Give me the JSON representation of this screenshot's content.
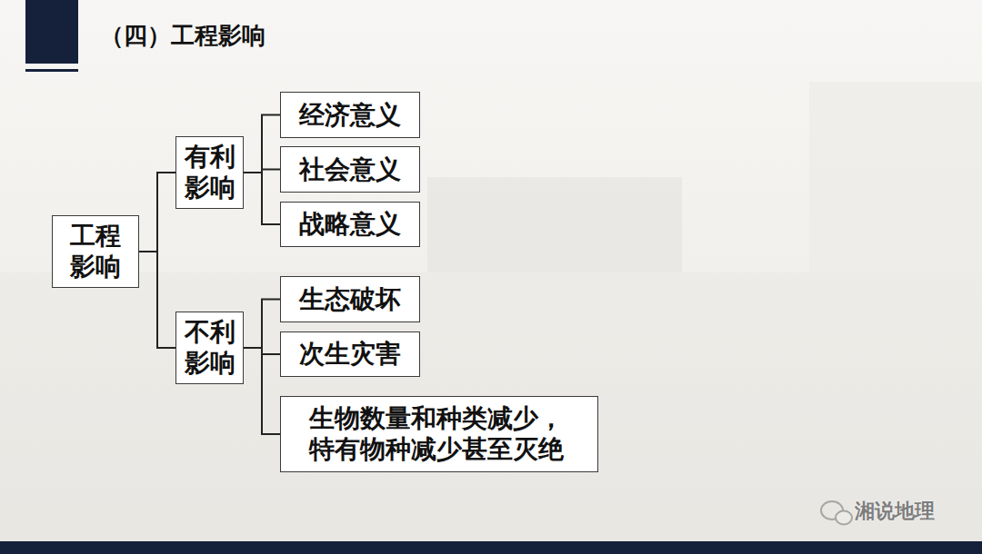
{
  "diagram": {
    "title": "（四）工程影响",
    "nodes": [
      {
        "text": [
          "工程影响"
        ]
      },
      {
        "text": [
          "有利影响"
        ]
      },
      {
        "text": [
          "经济意义"
        ]
      },
      {
        "text": [
          "社会意义"
        ]
      },
      {
        "text": [
          "战略意义"
        ]
      },
      {
        "text": [
          "不利影响"
        ]
      },
      {
        "text": [
          "生态破坏"
        ]
      },
      {
        "text": [
          "次生灾害"
        ]
      },
      {
        "text": [
          "生物数量和种类减少，特有物种减少甚至灭绝"
        ]
      }
    ],
    "edges": [
      {
        "from": 0,
        "to": 1,
        "arrow": "none"
      },
      {
        "from": 0,
        "to": 5,
        "arrow": "none"
      },
      {
        "from": 1,
        "to": 2,
        "arrow": "none"
      },
      {
        "from": 1,
        "to": 3,
        "arrow": "none"
      },
      {
        "from": 1,
        "to": 4,
        "arrow": "none"
      },
      {
        "from": 5,
        "to": 6,
        "arrow": "none"
      },
      {
        "from": 5,
        "to": 7,
        "arrow": "none"
      },
      {
        "from": 5,
        "to": 8,
        "arrow": "none"
      }
    ],
    "labels": [
      "湘说地理"
    ]
  }
}
